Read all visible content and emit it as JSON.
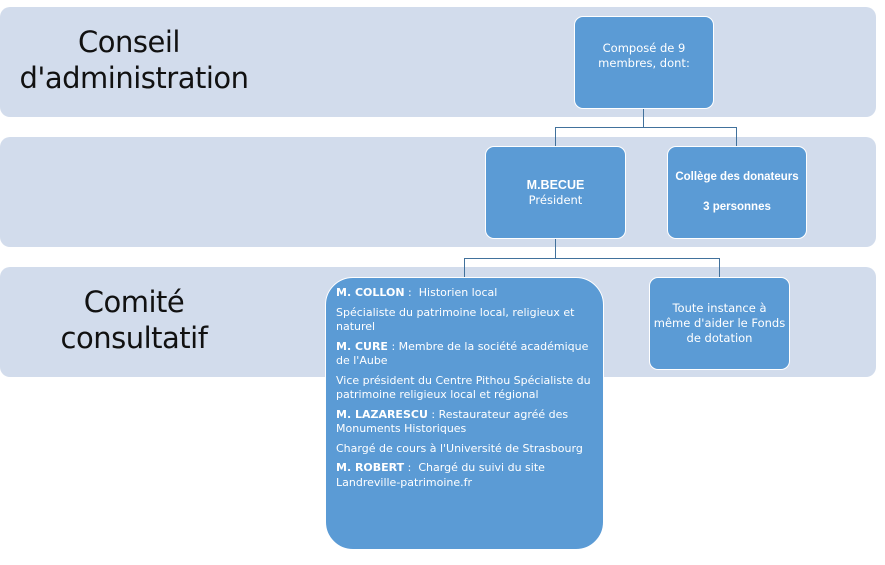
{
  "bands": [
    {
      "label_line1": "Conseil",
      "label_line2": "d'administration"
    },
    {
      "label_line1": "",
      "label_line2": ""
    },
    {
      "label_line1": "Comité",
      "label_line2": "consultatif"
    }
  ],
  "nodes": {
    "board": {
      "line1": "Composé de 9",
      "line2": "membres, dont:"
    },
    "president": {
      "name": "M.BECUE",
      "role": "Président"
    },
    "donors": {
      "title": "Collège des donateurs",
      "count": "3 personnes"
    },
    "instance": {
      "line1": "Toute instance à",
      "line2": "même d'aider le Fonds",
      "line3": "de dotation"
    },
    "committee": {
      "entries": [
        {
          "name": "M. COLLON",
          "sep": " :  ",
          "text": "Historien local"
        },
        {
          "text_only": "Spécialiste du patrimoine local, religieux et naturel"
        },
        {
          "name": "M. CURE",
          "sep": " : ",
          "text": "Membre de la société académique de l'Aube"
        },
        {
          "text_only": "Vice président du Centre Pithou Spécialiste du patrimoine religieux local et régional"
        },
        {
          "name": "M. LAZARESCU",
          "sep": " : ",
          "text": "Restaurateur agréé des Monuments Historiques"
        },
        {
          "text_only": "Chargé de cours à l'Université de Strasbourg"
        },
        {
          "name": "M. ROBERT",
          "sep": " :  ",
          "text": "Chargé du suivi du site Landreville-patrimoine.fr"
        }
      ]
    }
  },
  "colors": {
    "band": "#d2dcec",
    "node": "#5b9bd5",
    "connector": "#41719c"
  }
}
